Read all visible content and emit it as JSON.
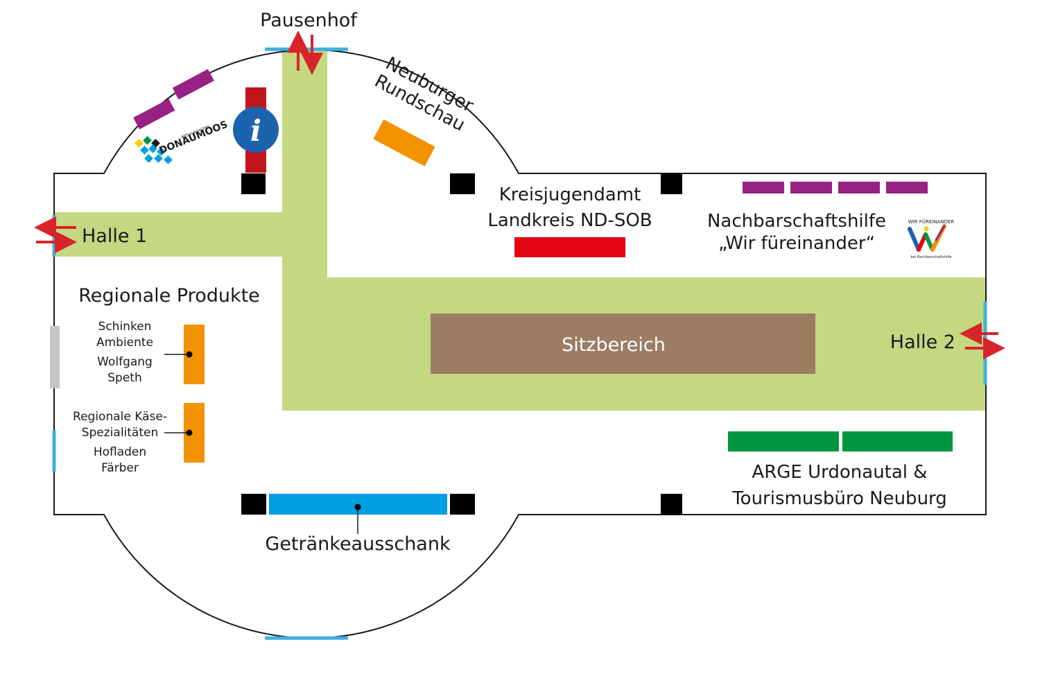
{
  "labels": {
    "pausenhof": "Pausenhof",
    "halle1": "Halle 1",
    "halle2": "Halle 2",
    "regionale_produkte": "Regionale Produkte",
    "stand_schinken_1": "Schinken",
    "stand_schinken_2": "Ambiente",
    "stand_schinken_3": "Wolfgang",
    "stand_schinken_4": "Speth",
    "stand_kaese_1": "Regionale Käse-",
    "stand_kaese_2": "Spezialitäten",
    "stand_kaese_3": "Hofladen",
    "stand_kaese_4": "Färber",
    "getraenke": "Getränkeausschank",
    "sitzbereich": "Sitzbereich",
    "kreisjugendamt_1": "Kreisjugendamt",
    "kreisjugendamt_2": "Landkreis ND-SOB",
    "nachbarschaft_1": "Nachbarschaftshilfe",
    "nachbarschaft_2": "„Wir füreinander“",
    "arge_1": "ARGE Urdonautal &",
    "arge_2": "Tourismusbüro Neuburg",
    "neuburger_1": "Neuburger",
    "neuburger_2": "Rundschau"
  },
  "logos": {
    "donaumoos_main": "DONAUMOOS",
    "donaumoos_small": "Altbayerisches",
    "wir_top": "WIR FÜREINANDER",
    "wir_bottom": "bei Nachbarschaftshilfe",
    "info_icon": "info-icon",
    "donaumoos_icon": "donaumoos-logo",
    "wir_icon": "wir-fuereinander-logo"
  },
  "colors": {
    "corridor": "#c3d880",
    "seating": "#9b7d63",
    "blue": "#009fe3",
    "door": "#3fb0e0",
    "arrow": "#d9232a",
    "purple": "#982184",
    "orange": "#f39200",
    "red": "#e30613",
    "green": "#00963f",
    "pillar": "#000000",
    "info_bar": "#c1151e",
    "info_circle": "#1b63ad"
  }
}
